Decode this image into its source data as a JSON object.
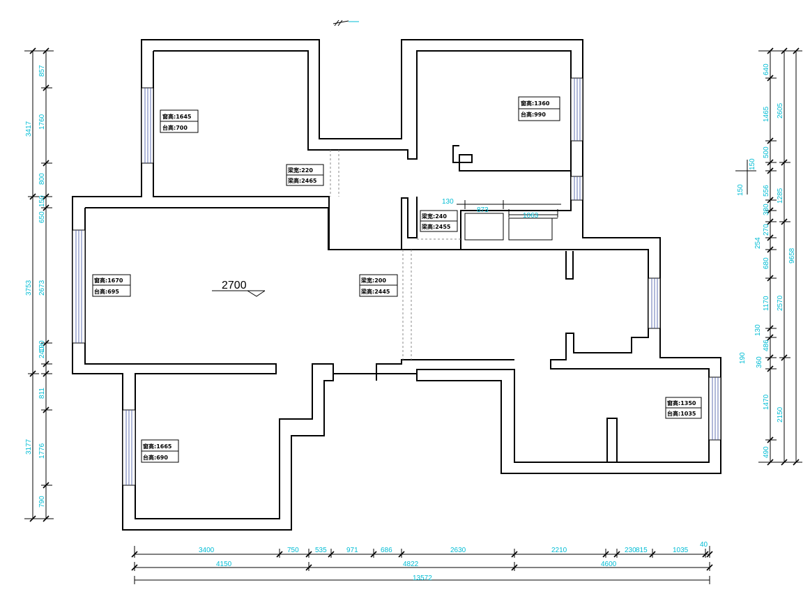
{
  "tags": {
    "t1": {
      "line1": "窗高:1645",
      "line2": "台高:700"
    },
    "t2": {
      "line1": "窗高:1360",
      "line2": "台高:990"
    },
    "t3": {
      "line1": "梁宽:220",
      "line2": "梁高:2465"
    },
    "t4": {
      "line1": "梁宽:240",
      "line2": "梁高:2455"
    },
    "t5": {
      "line1": "窗高:1670",
      "line2": "台高:695"
    },
    "t6": {
      "line1": "梁宽:200",
      "line2": "梁高:2445"
    },
    "t7": {
      "line1": "窗高:1665",
      "line2": "台高:690"
    },
    "t8": {
      "line1": "窗高:1350",
      "line2": "台高:1035"
    }
  },
  "level_mark": "2700",
  "dims": {
    "bottom_row1": [
      "3400",
      "750",
      "535",
      "971",
      "686",
      "2630",
      "2210",
      "230",
      "815",
      "1035",
      "40"
    ],
    "bottom_row2": [
      "4150",
      "4822",
      "4600"
    ],
    "bottom_total": "13572",
    "top_interior": [
      "130",
      "873",
      "1063"
    ],
    "left_outer": [
      "3417",
      "3753",
      "3177"
    ],
    "left_inner": [
      "857",
      "1760",
      "800",
      "650",
      "150",
      "2673",
      "240",
      "190",
      "811",
      "1776",
      "790"
    ],
    "right_inner": [
      "640",
      "1465",
      "500",
      "150",
      "556",
      "380",
      "270",
      "254",
      "680",
      "1170",
      "130",
      "486",
      "190",
      "360",
      "1470",
      "490"
    ],
    "right_mid": [
      "2605",
      "1285",
      "2570",
      "2150"
    ],
    "right_total": "9658",
    "right_side_extra": "150"
  },
  "colors": {
    "dimension": "#00bcd4",
    "wall": "#000000",
    "window": "#3a4fa0"
  }
}
